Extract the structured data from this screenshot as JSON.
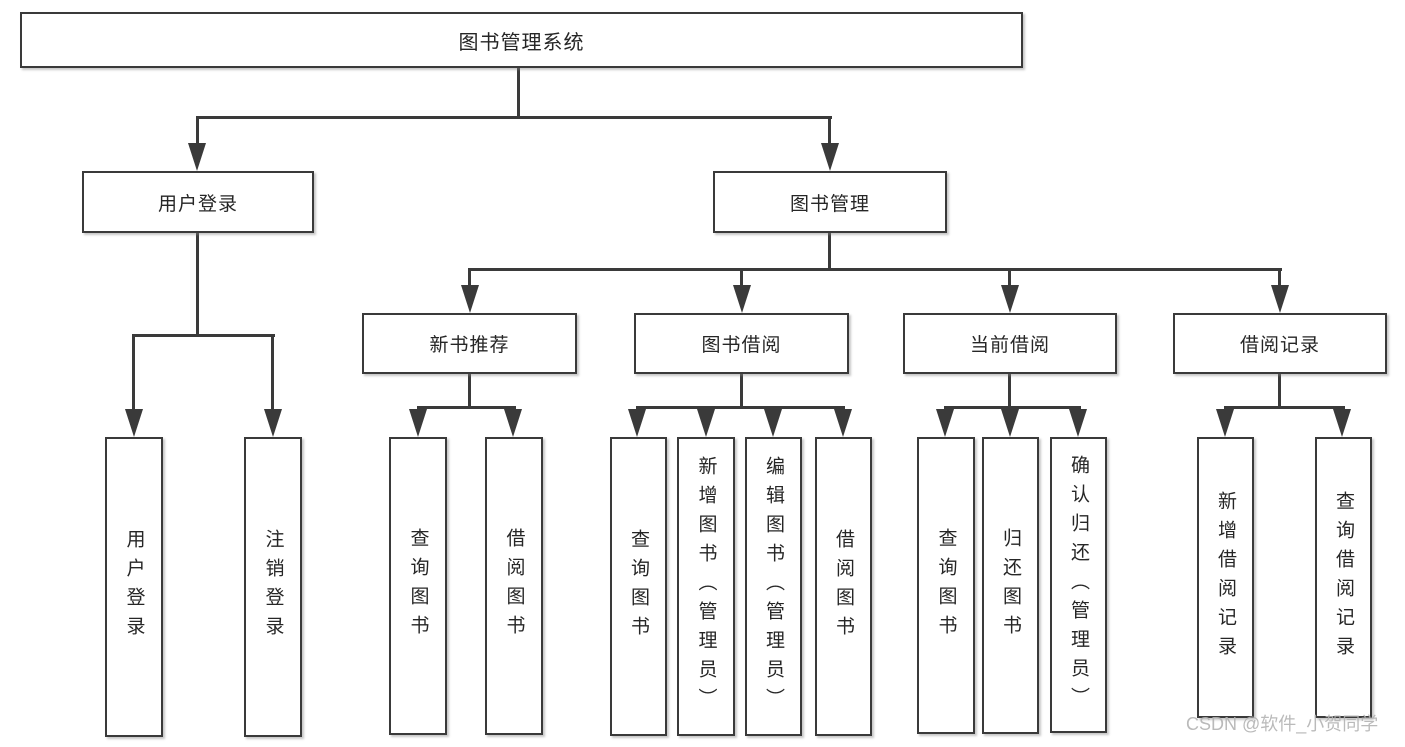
{
  "title": "图书管理系统",
  "colors": {
    "line": "#3a3a3a",
    "text": "#262626",
    "background": "#ffffff",
    "watermark": "#b3b3b3"
  },
  "tree": {
    "root": {
      "label": "图书管理系统"
    },
    "branches": [
      {
        "label": "用户登录",
        "children": [
          {
            "label": "用户登录"
          },
          {
            "label": "注销登录"
          }
        ]
      },
      {
        "label": "图书管理",
        "children": [
          {
            "label": "新书推荐",
            "children": [
              {
                "label": "查询图书"
              },
              {
                "label": "借阅图书"
              }
            ]
          },
          {
            "label": "图书借阅",
            "children": [
              {
                "label": "查询图书"
              },
              {
                "label": "新增图书（管理员）"
              },
              {
                "label": "编辑图书（管理员）"
              },
              {
                "label": "借阅图书"
              }
            ]
          },
          {
            "label": "当前借阅",
            "children": [
              {
                "label": "查询图书"
              },
              {
                "label": "归还图书"
              },
              {
                "label": "确认归还（管理员）"
              }
            ]
          },
          {
            "label": "借阅记录",
            "children": [
              {
                "label": "新增借阅记录"
              },
              {
                "label": "查询借阅记录"
              }
            ]
          }
        ]
      }
    ]
  },
  "watermark": "CSDN @软件_小贺同学"
}
